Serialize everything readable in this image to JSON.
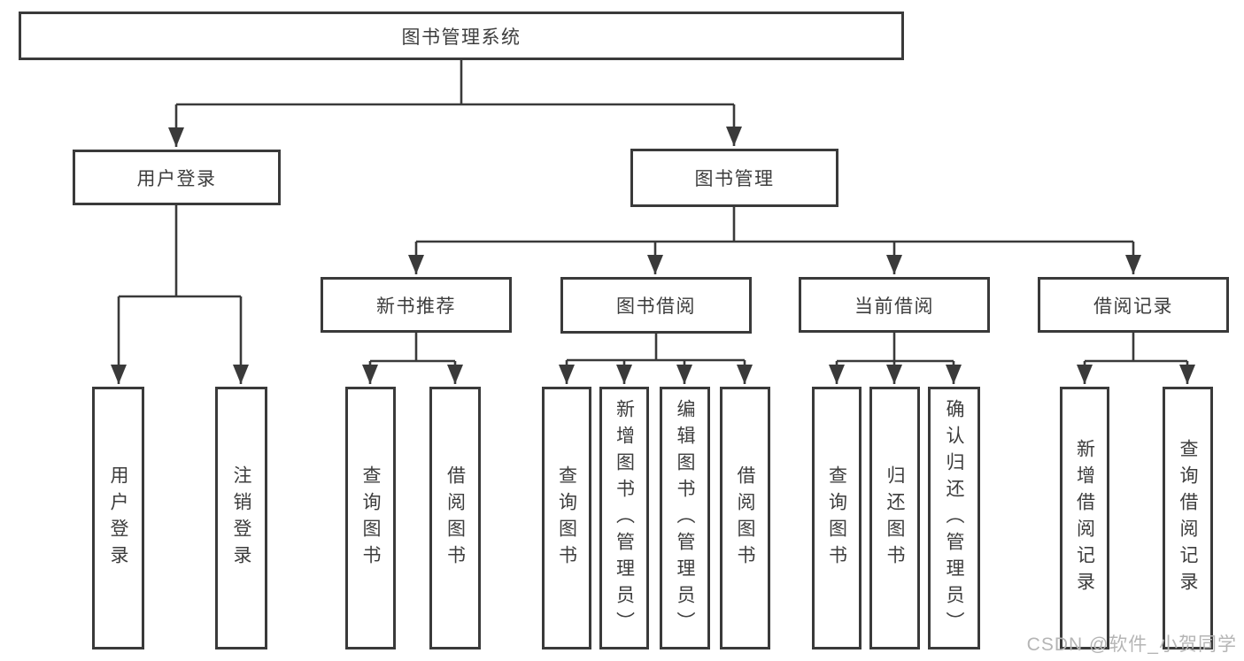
{
  "tree": {
    "label": "图书管理系统",
    "children": [
      {
        "label": "用户登录",
        "children": [
          {
            "label": "用户登录"
          },
          {
            "label": "注销登录"
          }
        ]
      },
      {
        "label": "图书管理",
        "children": [
          {
            "label": "新书推荐",
            "children": [
              {
                "label": "查询图书"
              },
              {
                "label": "借阅图书"
              }
            ]
          },
          {
            "label": "图书借阅",
            "children": [
              {
                "label": "查询图书"
              },
              {
                "label": "新增图书（管理员）"
              },
              {
                "label": "编辑图书（管理员）"
              },
              {
                "label": "借阅图书"
              }
            ]
          },
          {
            "label": "当前借阅",
            "children": [
              {
                "label": "查询图书"
              },
              {
                "label": "归还图书"
              },
              {
                "label": "确认归还（管理员）"
              }
            ]
          },
          {
            "label": "借阅记录",
            "children": [
              {
                "label": "新增借阅记录"
              },
              {
                "label": "查询借阅记录"
              }
            ]
          }
        ]
      }
    ]
  },
  "watermark": "CSDN @软件_小贺同学",
  "colors": {
    "line": "#3a3a3a",
    "box_border": "#3a3a3a",
    "text": "#3d3d3d",
    "background": "#ffffff",
    "watermark": "#b5b5b5"
  }
}
